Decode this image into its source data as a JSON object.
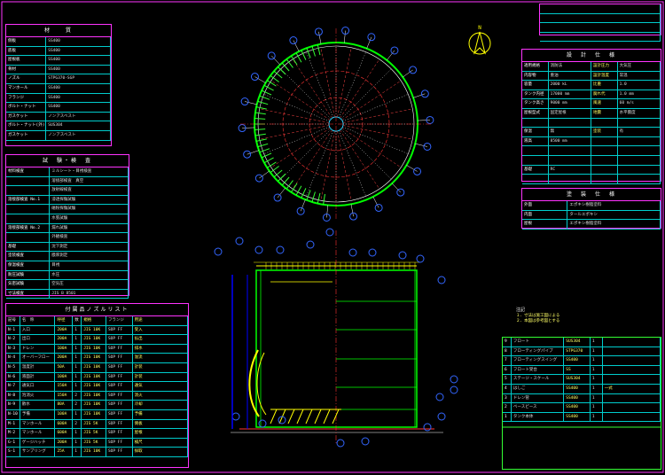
{
  "drawing": {
    "north_mark": "N"
  },
  "materials_table": {
    "title": "材　　質",
    "rows": [
      [
        "側板",
        "SS400"
      ],
      [
        "底板",
        "SS400"
      ],
      [
        "屋根板",
        "SS400"
      ],
      [
        "骨材",
        "SS400"
      ],
      [
        "ノズル",
        "STPG370-SGP"
      ],
      [
        "マンホール",
        "SS400"
      ],
      [
        "フランジ",
        "SS400"
      ],
      [
        "ボルト・ナット",
        "SS400"
      ],
      [
        "ガスケット",
        "ノンアスベスト"
      ],
      [
        "ボルト・ナット(外)",
        "SUS304"
      ],
      [
        "ガスケット",
        "ノンアスベスト"
      ]
    ]
  },
  "tests_table": {
    "title": "試　験・検　査",
    "rows": [
      [
        "材料検査",
        "ミルシート・目視検査"
      ],
      [
        "",
        "溶接部検査　真空"
      ],
      [
        "",
        "放射線検査"
      ],
      [
        "溶接部検査 No.1",
        "浸透探傷試験"
      ],
      [
        "",
        "磁粉探傷試験"
      ],
      [
        "",
        "水張試験"
      ],
      [
        "溶接部検査 No.2",
        "漏れ試験"
      ],
      [
        "",
        "外観検査"
      ],
      [
        "基礎",
        "沈下測定"
      ],
      [
        "塗装検査",
        "膜厚測定"
      ],
      [
        "保温検査",
        "目視"
      ],
      [
        "耐圧試験",
        "水圧"
      ],
      [
        "気密試験",
        "空気圧"
      ],
      [
        "寸法検査",
        "JIS B 8501"
      ]
    ]
  },
  "nozzle_table": {
    "title": "付属品ノズルリスト",
    "header": [
      "記号",
      "名　称",
      "呼径",
      "数",
      "規格",
      "フランジ",
      "用途"
    ],
    "rows": [
      [
        "N-1",
        "入口",
        "200A",
        "1",
        "JIS 10K",
        "SOP FF",
        "受入"
      ],
      [
        "N-2",
        "出口",
        "200A",
        "1",
        "JIS 10K",
        "SOP FF",
        "払出"
      ],
      [
        "N-3",
        "ドレン",
        "100A",
        "1",
        "JIS 10K",
        "SOP FF",
        "排水"
      ],
      [
        "N-4",
        "オーバーフロー",
        "200A",
        "1",
        "JIS 10K",
        "SOP FF",
        "溢流"
      ],
      [
        "N-5",
        "温度計",
        "50A",
        "1",
        "JIS 10K",
        "SOP FF",
        "計装"
      ],
      [
        "N-6",
        "液面計",
        "100A",
        "1",
        "JIS 10K",
        "SOP FF",
        "計装"
      ],
      [
        "N-7",
        "通気口",
        "150A",
        "1",
        "JIS 10K",
        "SOP FF",
        "通気"
      ],
      [
        "N-8",
        "泡消火",
        "150A",
        "2",
        "JIS 10K",
        "SOP FF",
        "消火"
      ],
      [
        "N-9",
        "散水",
        "80A",
        "2",
        "JIS 10K",
        "SOP FF",
        "冷却"
      ],
      [
        "N-10",
        "予備",
        "100A",
        "1",
        "JIS 10K",
        "SOP FF",
        "予備"
      ],
      [
        "M-1",
        "マンホール",
        "600A",
        "2",
        "JIS 5K",
        "SOP FF",
        "側板"
      ],
      [
        "M-2",
        "マンホール",
        "600A",
        "1",
        "JIS 5K",
        "SOP FF",
        "屋根"
      ],
      [
        "G-1",
        "ゲージハッチ",
        "200A",
        "1",
        "JIS 5K",
        "SOP FF",
        "検尺"
      ],
      [
        "S-1",
        "サンプリング",
        "25A",
        "1",
        "JIS 10K",
        "SOP FF",
        "採取"
      ]
    ]
  },
  "design_table": {
    "title": "設　計　仕　様",
    "rows": [
      [
        "適用規格",
        "消防法",
        "設計圧力",
        "大気圧"
      ],
      [
        "内容物",
        "重油",
        "設計温度",
        "常温"
      ],
      [
        "容量",
        "2000 kL",
        "比重",
        "1.0"
      ],
      [
        "タンク内径",
        "17000 mm",
        "腐れ代",
        "1.0 mm"
      ],
      [
        "タンク高さ",
        "9000 mm",
        "風速",
        "60 m/s"
      ],
      [
        "屋根型式",
        "固定屋根",
        "地震",
        "水平震度"
      ],
      [
        "",
        "",
        "",
        ""
      ],
      [
        "保温",
        "無",
        "塗装",
        "有"
      ],
      [
        "液高",
        "8500 mm",
        "",
        ""
      ],
      [
        "",
        "",
        "",
        ""
      ],
      [
        "",
        "",
        "",
        ""
      ],
      [
        "基礎",
        "RC",
        "",
        ""
      ],
      [
        "",
        "",
        "",
        ""
      ]
    ]
  },
  "paint_table": {
    "title": "塗　装　仕　様",
    "rows": [
      [
        "外面",
        "エポキシ樹脂塗料"
      ],
      [
        "内面",
        "タールエポキシ"
      ],
      [
        "屋根",
        "エポキシ樹脂塗料"
      ]
    ]
  },
  "notes": {
    "title": "注記",
    "lines": [
      "１．寸法は施工図による",
      "２．本図は参考図とする"
    ]
  },
  "parts_table": {
    "rows": [
      [
        "9",
        "フロート",
        "SUS304",
        "1",
        ""
      ],
      [
        "8",
        "フローティングパイプ",
        "STPG370",
        "1",
        ""
      ],
      [
        "7",
        "フローティングスイング",
        "SS400",
        "1",
        ""
      ],
      [
        "6",
        "フロート受台",
        "SS",
        "1",
        ""
      ],
      [
        "5",
        "ステージ・スケール",
        "SUS304",
        "1",
        ""
      ],
      [
        "4",
        "はしご",
        "SS400",
        "1",
        "一式"
      ],
      [
        "3",
        "ドレン管",
        "SS400",
        "1",
        ""
      ],
      [
        "2",
        "ベースピース",
        "SS400",
        "1",
        ""
      ],
      [
        "1",
        "タンク本体",
        "SS400",
        "1",
        ""
      ]
    ]
  },
  "title_block": {
    "rows": [
      "",
      "",
      "",
      ""
    ]
  }
}
